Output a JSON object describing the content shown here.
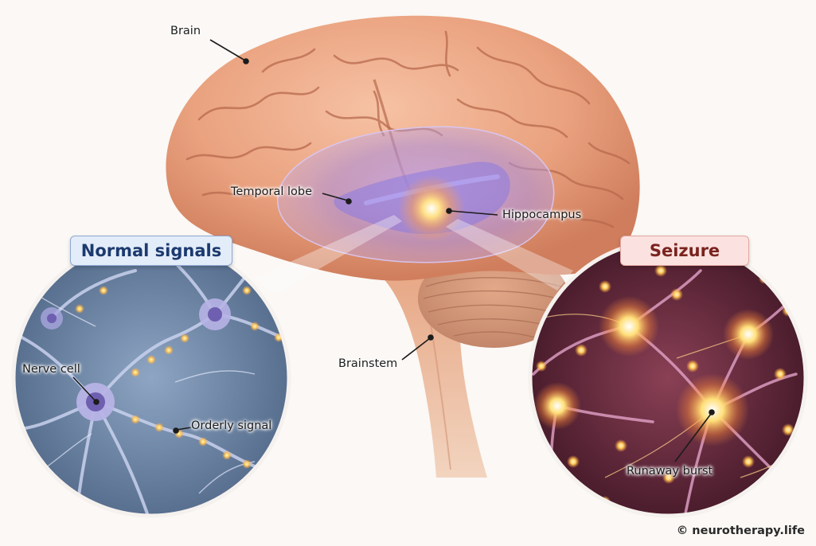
{
  "labels": {
    "brain": "Brain",
    "temporal_lobe": "Temporal lobe",
    "hippocampus": "Hippocampus",
    "brainstem": "Brainstem",
    "nerve_cell": "Nerve cell",
    "orderly_signal": "Orderly signal",
    "runaway_burst": "Runaway burst"
  },
  "panels": {
    "normal": {
      "title": "Normal signals"
    },
    "seizure": {
      "title": "Seizure"
    }
  },
  "credit": "© neurotherapy.life",
  "colors": {
    "brain_tissue": "#e8a27e",
    "temporal_highlight": "#9b86d6",
    "hippocampus_glow": "#ffd56b",
    "normal_bg": "#6f86a6",
    "seizure_bg": "#5a2433",
    "signal_glow": "#ffc65a"
  }
}
